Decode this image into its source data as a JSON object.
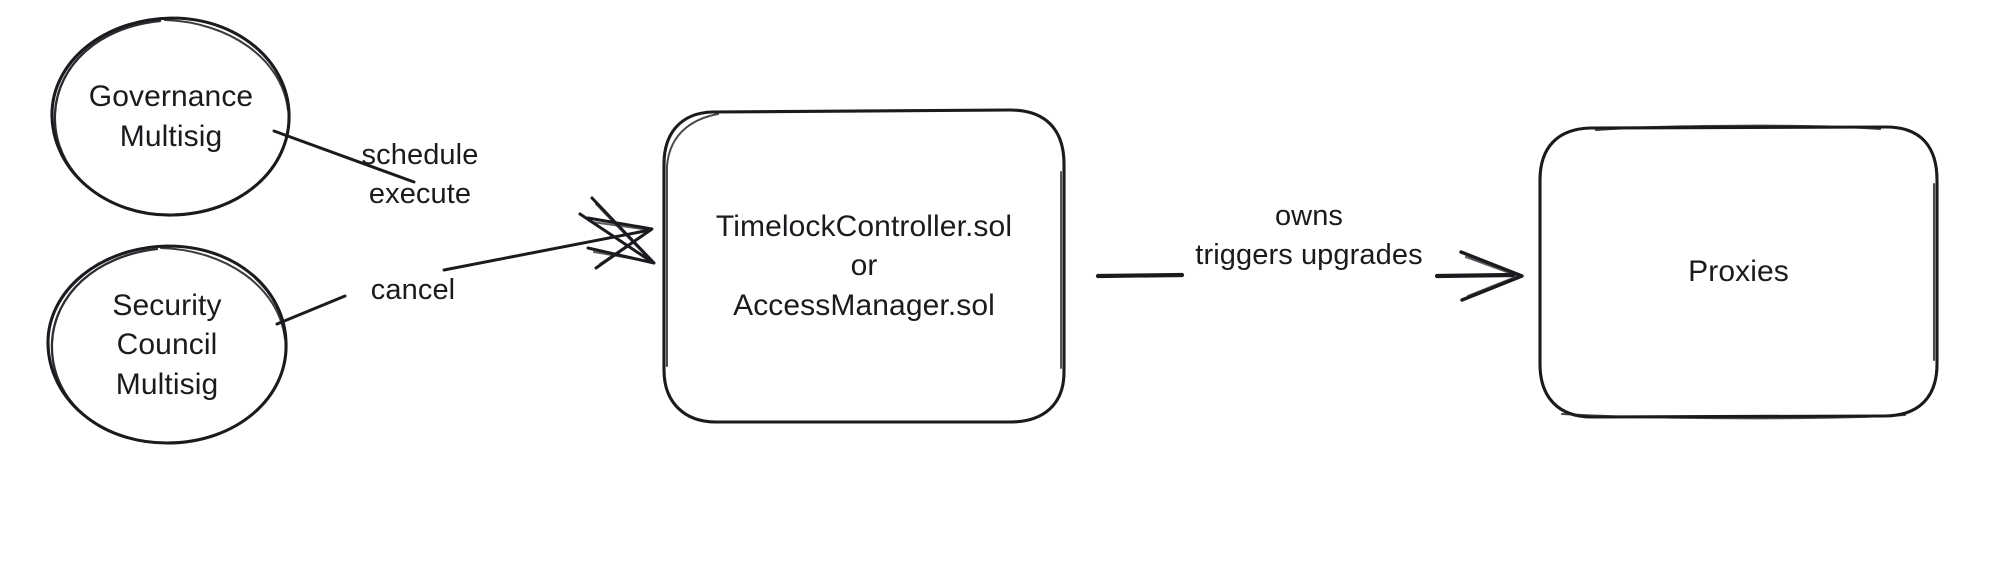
{
  "diagram": {
    "style": "hand-drawn-sketch",
    "background_color": "#ffffff",
    "stroke_color": "#1b1b1f",
    "text_color": "#1b1b1f",
    "nodes": [
      {
        "id": "governance-multisig",
        "shape": "ellipse",
        "lines": [
          "Governance",
          "Multisig"
        ]
      },
      {
        "id": "security-council-multisig",
        "shape": "ellipse",
        "lines": [
          "Security",
          "Council",
          "Multisig"
        ]
      },
      {
        "id": "timelock-controller",
        "shape": "rounded-rectangle",
        "lines": [
          "TimelockController.sol",
          "or",
          "AccessManager.sol"
        ]
      },
      {
        "id": "proxies",
        "shape": "rounded-rectangle",
        "lines": [
          "Proxies"
        ]
      }
    ],
    "edges": [
      {
        "id": "governance-to-timelock",
        "from": "governance-multisig",
        "to": "timelock-controller",
        "lines": [
          "schedule",
          "execute"
        ]
      },
      {
        "id": "security-council-to-timelock",
        "from": "security-council-multisig",
        "to": "timelock-controller",
        "lines": [
          "cancel"
        ]
      },
      {
        "id": "timelock-to-proxies",
        "from": "timelock-controller",
        "to": "proxies",
        "lines": [
          "owns",
          "triggers upgrades"
        ]
      }
    ]
  }
}
